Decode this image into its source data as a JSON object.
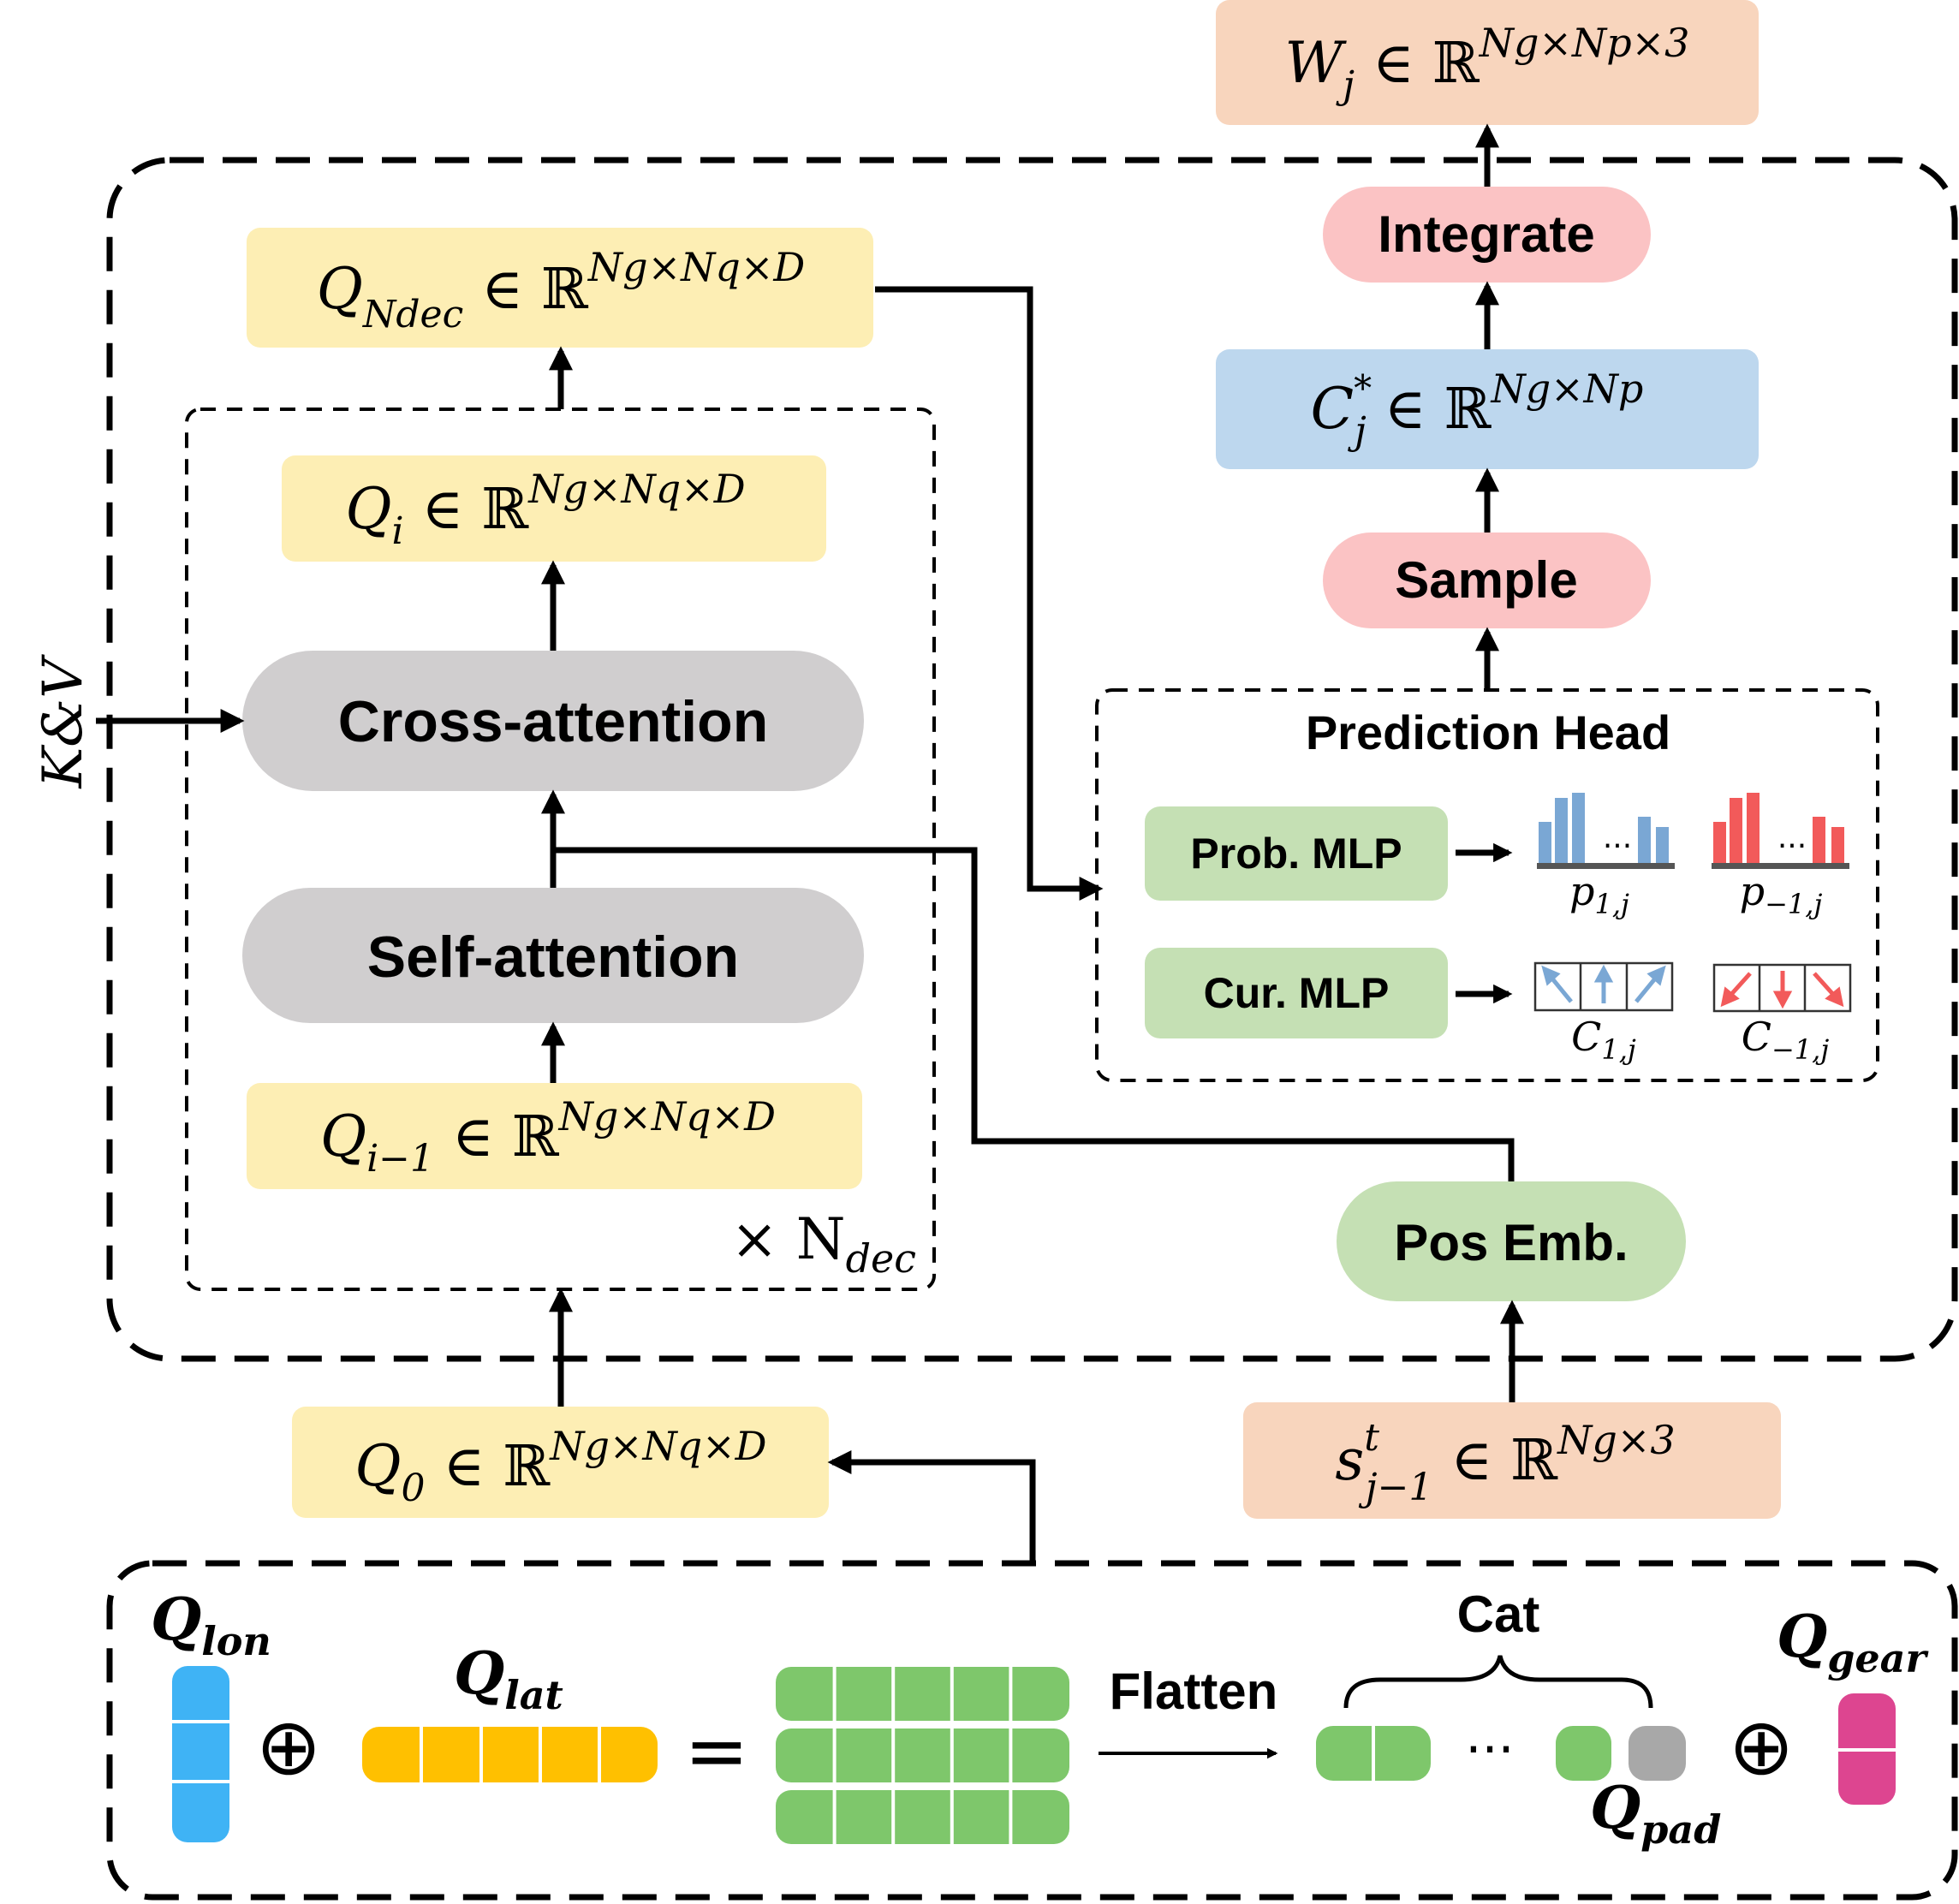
{
  "output": {
    "main": "W",
    "sub": "j",
    "rel": " ∈ ℝ",
    "sup": "Ng×Np×3"
  },
  "steps": {
    "integrate": "Integrate",
    "sample": "Sample"
  },
  "cstar": {
    "main": "C",
    "sup_star": "*",
    "sub": "j",
    "rel": " ∈ ℝ",
    "sup": "Ng×Np"
  },
  "decoder": {
    "q_ndec": {
      "main": "Q",
      "sub": "Ndec",
      "rel": " ∈ ℝ",
      "sup": "Ng×Nq×D"
    },
    "q_i": {
      "main": "Q",
      "sub": "i",
      "rel": " ∈ ℝ",
      "sup": "Ng×Nq×D"
    },
    "cross_attention": "Cross-attention",
    "self_attention": "Self-attention",
    "q_im1": {
      "main": "Q",
      "sub": "i−1",
      "rel": " ∈ ℝ",
      "sup": "Ng×Nq×D"
    },
    "repeat": "× N",
    "repeat_sub": "dec",
    "kv": "K&V"
  },
  "prediction_head": {
    "title": "Prediction Head",
    "prob_mlp": "Prob. MLP",
    "cur_mlp": "Cur. MLP",
    "p1": {
      "main": "p",
      "sub": "1,j"
    },
    "pm1": {
      "main": "p",
      "sub": "−1,j"
    },
    "c1": {
      "main": "C",
      "sub": "1,j"
    },
    "cm1": {
      "main": "C",
      "sub": "−1,j"
    },
    "ellipsis": "..."
  },
  "pos_emb": "Pos Emb.",
  "q0": {
    "main": "Q",
    "sub": "0",
    "rel": " ∈ ℝ",
    "sup": "Ng×Nq×D"
  },
  "state": {
    "main": "s",
    "sup_t": "t",
    "sub": "j−1",
    "rel": " ∈ ℝ",
    "sup": "Ng×3"
  },
  "query_build": {
    "q_lon": {
      "main": "Q",
      "sub": "lon"
    },
    "q_lat": {
      "main": "Q",
      "sub": "lat"
    },
    "q_gear": {
      "main": "Q",
      "sub": "gear"
    },
    "q_pad": {
      "main": "Q",
      "sub": "pad"
    },
    "oplus": "⊕",
    "equals": "=",
    "flatten": "Flatten",
    "cat": "Cat",
    "ellipsis": "···"
  },
  "colors": {
    "yellow": "#fdeeb4",
    "peach": "#f8d5bd",
    "blue_box": "#bdd7ee",
    "pink": "#fbc3c4",
    "gray": "#d0cecf",
    "green_box": "#c5e0b4",
    "green": "#7ec76b",
    "orange": "#ffc000",
    "cyan": "#3fb3f5",
    "magenta": "#dd4590",
    "pad_gray": "#a8a8a8",
    "bar_blue": "#7aa7d4",
    "bar_red": "#f25a5a"
  }
}
